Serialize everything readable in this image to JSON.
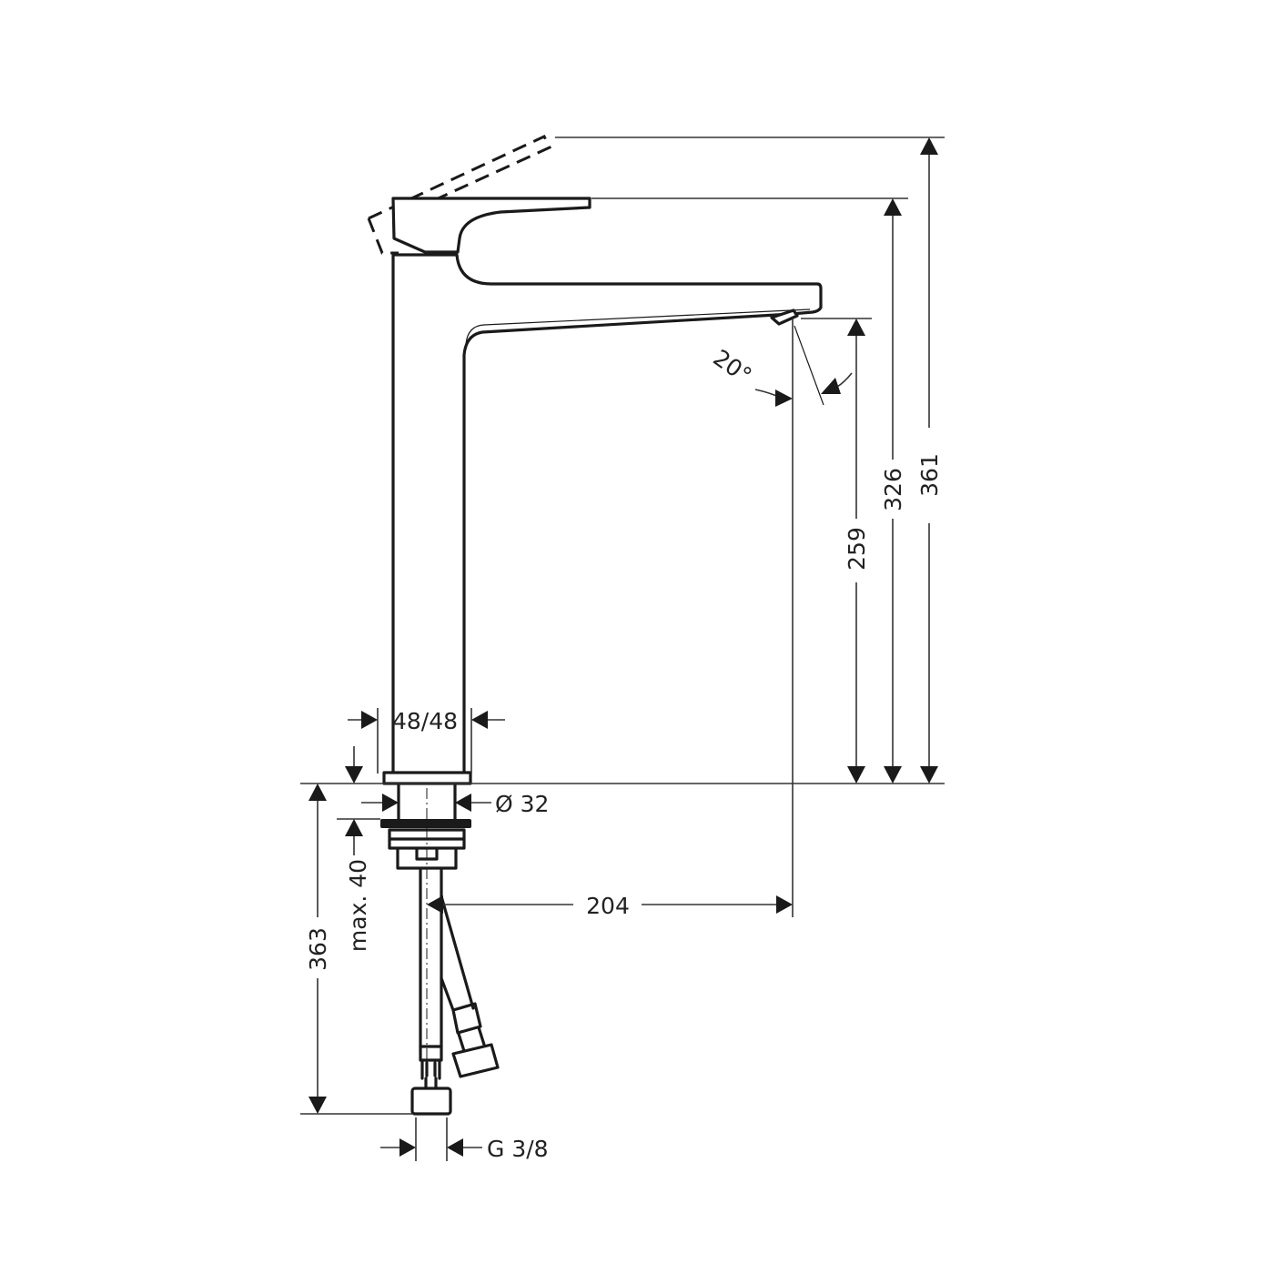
{
  "drawing": {
    "title": "Single lever basin mixer – technical dimension drawing",
    "units": "mm",
    "colors": {
      "line": "#1a1a1a",
      "dimension": "#333333",
      "background": "#ffffff"
    }
  },
  "dimensions": {
    "height_total_lever_open": "361",
    "height_lever_closed": "326",
    "height_spout_outlet": "259",
    "spout_projection": "204",
    "base_footprint": "48/48",
    "mounting_hole": "Ø 32",
    "max_deck_thickness": "max. 40",
    "supply_hose_length": "363",
    "connection_thread": "G 3/8",
    "spray_angle": "20°"
  },
  "parts": [
    "lever-handle",
    "lever-open-position-dashed",
    "body-column",
    "spout",
    "aerator",
    "base-rosette",
    "mounting-shank",
    "fixing-nut",
    "supply-hose-cold",
    "supply-hose-hot",
    "hose-connector-nut"
  ]
}
